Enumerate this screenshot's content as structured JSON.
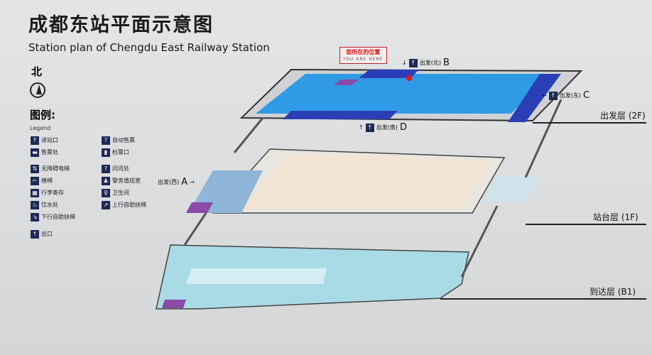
{
  "title": "成都东站平面示意图",
  "subtitle": "Station plan of Chengdu East Railway Station",
  "north": "北",
  "legend": {
    "title": "图例:",
    "subtitle": "Legend",
    "items": [
      {
        "label": "进站口",
        "icon": "entrance-icon",
        "glyph": "↑"
      },
      {
        "label": "自动售票",
        "icon": "ticket-machine-icon",
        "glyph": "?"
      },
      {
        "label": "售票处",
        "icon": "ticket-office-icon",
        "glyph": "▬"
      },
      {
        "label": "检票口",
        "icon": "ticket-check-icon",
        "glyph": "▮"
      },
      {
        "label": "无障碍电梯",
        "icon": "accessible-elevator-icon",
        "glyph": "⇅"
      },
      {
        "label": "问讯处",
        "icon": "information-icon",
        "glyph": "?"
      },
      {
        "label": "楼梯",
        "icon": "stairs-icon",
        "glyph": "⌐"
      },
      {
        "label": "警务值班室",
        "icon": "police-icon",
        "glyph": "♟"
      },
      {
        "label": "行李寄存",
        "icon": "left-luggage-icon",
        "glyph": "▦"
      },
      {
        "label": "卫生间",
        "icon": "toilet-icon",
        "glyph": "♀"
      },
      {
        "label": "饮水处",
        "icon": "drinking-water-icon",
        "glyph": "♨"
      },
      {
        "label": "上行自助扶梯",
        "icon": "escalator-up-icon",
        "glyph": "↗"
      },
      {
        "label": "下行自助扶梯",
        "icon": "escalator-down-icon",
        "glyph": "↘"
      },
      {
        "label": "出口",
        "icon": "exit-icon",
        "glyph": "↑"
      }
    ]
  },
  "you_are_here": {
    "cn": "您所在的位置",
    "en": "YOU ARE HERE"
  },
  "exits": {
    "north": {
      "label": "出发(北)",
      "letter": "B"
    },
    "east": {
      "label": "出发(东)",
      "letter": "C"
    },
    "south": {
      "label": "出发(南)",
      "letter": "D"
    },
    "west": {
      "label": "出发(西)",
      "letter": "A"
    }
  },
  "floors": {
    "departure": "出发层 (2F)",
    "platform": "站台层 (1F)",
    "arrival": "到达层 (B1)"
  },
  "colors": {
    "blue": "#1e8fe0",
    "dark_blue": "#2a3fb5",
    "purple": "#8a4aa8",
    "light_cyan": "#bfe6ee",
    "platform": "#efe6d6"
  }
}
